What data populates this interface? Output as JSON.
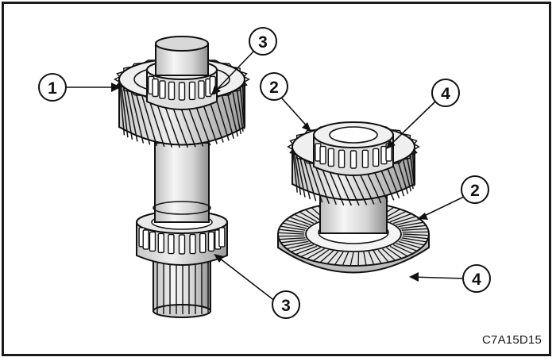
{
  "figure_code": "C7A15D15",
  "callouts": [
    {
      "id": "c1",
      "label": "1"
    },
    {
      "id": "c2a",
      "label": "2"
    },
    {
      "id": "c2b",
      "label": "2"
    },
    {
      "id": "c3a",
      "label": "3"
    },
    {
      "id": "c3b",
      "label": "3"
    },
    {
      "id": "c4a",
      "label": "4"
    },
    {
      "id": "c4b",
      "label": "4"
    }
  ],
  "colors": {
    "ink": "#111111",
    "shade": "#9a9a9a",
    "light": "#e6e6e6",
    "paper": "#ffffff"
  }
}
